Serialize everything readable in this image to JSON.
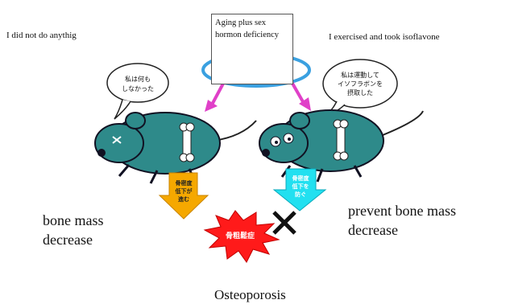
{
  "captions": {
    "left": "I did not do anythig",
    "right": "I exercised and took isoflavone"
  },
  "center_box": {
    "text": "Aging plus sex hormon deficiency"
  },
  "speech": {
    "left": [
      "私は何も",
      "しなかった"
    ],
    "right": [
      "私は運動して",
      "イソフラボンを",
      "摂取した"
    ]
  },
  "arrows": {
    "left": [
      "骨密度",
      "低下が",
      "進む"
    ],
    "right": [
      "骨密度",
      "低下を",
      "防ぐ"
    ]
  },
  "starburst": {
    "text": "骨粗鬆症"
  },
  "labels": {
    "left": "bone mass decrease",
    "right": "prevent bone mass decrease",
    "bottom": "Osteoporosis"
  },
  "colors": {
    "ellipse": "#3aa0e0",
    "pointer_arrows": "#e040c8",
    "mouse_body": "#2e8a8a",
    "arrow_left": "#f5a800",
    "arrow_right": "#22e0f0",
    "starburst": "#ff1a1a"
  }
}
